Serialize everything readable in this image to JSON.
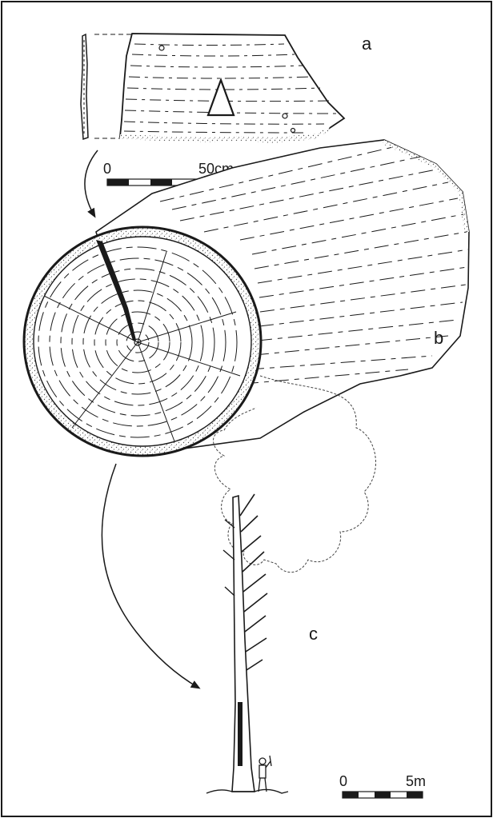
{
  "panels": {
    "a": {
      "label": "a"
    },
    "b": {
      "label": "b"
    },
    "c": {
      "label": "c"
    }
  },
  "scale_bars": {
    "upper": {
      "min_label": "0",
      "max_label": "50cm",
      "segments": 5
    },
    "lower": {
      "min_label": "0",
      "max_label": "5m",
      "segments": 5
    }
  },
  "colors": {
    "ink": "#1a1a1a",
    "paper": "#ffffff",
    "bark_stipple": "#555555"
  }
}
